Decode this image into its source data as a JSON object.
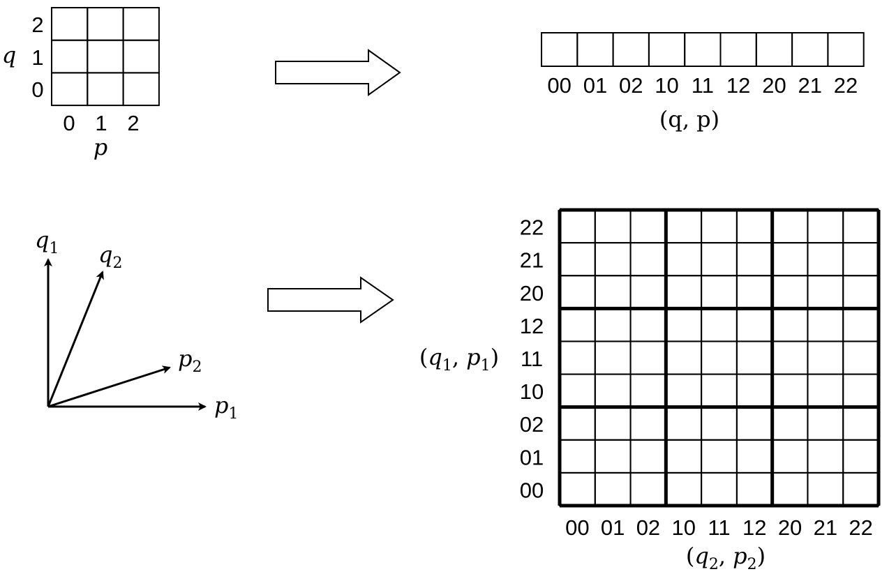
{
  "phase_space": {
    "q_label": "q",
    "p_label": "p",
    "q_ticks": [
      "2",
      "1",
      "0"
    ],
    "p_ticks": [
      "0",
      "1",
      "2"
    ]
  },
  "vector_labels": {
    "flat": [
      "00",
      "01",
      "02",
      "10",
      "11",
      "12",
      "20",
      "21",
      "22"
    ],
    "pair_label": "(q, p)"
  },
  "axes": {
    "q1": "q1",
    "q2": "q2",
    "p1": "p1",
    "p2": "p2"
  },
  "matrix": {
    "row_labels": [
      "22",
      "21",
      "20",
      "12",
      "11",
      "10",
      "02",
      "01",
      "00"
    ],
    "col_labels": [
      "00",
      "01",
      "02",
      "10",
      "11",
      "12",
      "20",
      "21",
      "22"
    ],
    "row_axis_label": "(q1, p1)",
    "col_axis_label": "(q2, p2)"
  }
}
